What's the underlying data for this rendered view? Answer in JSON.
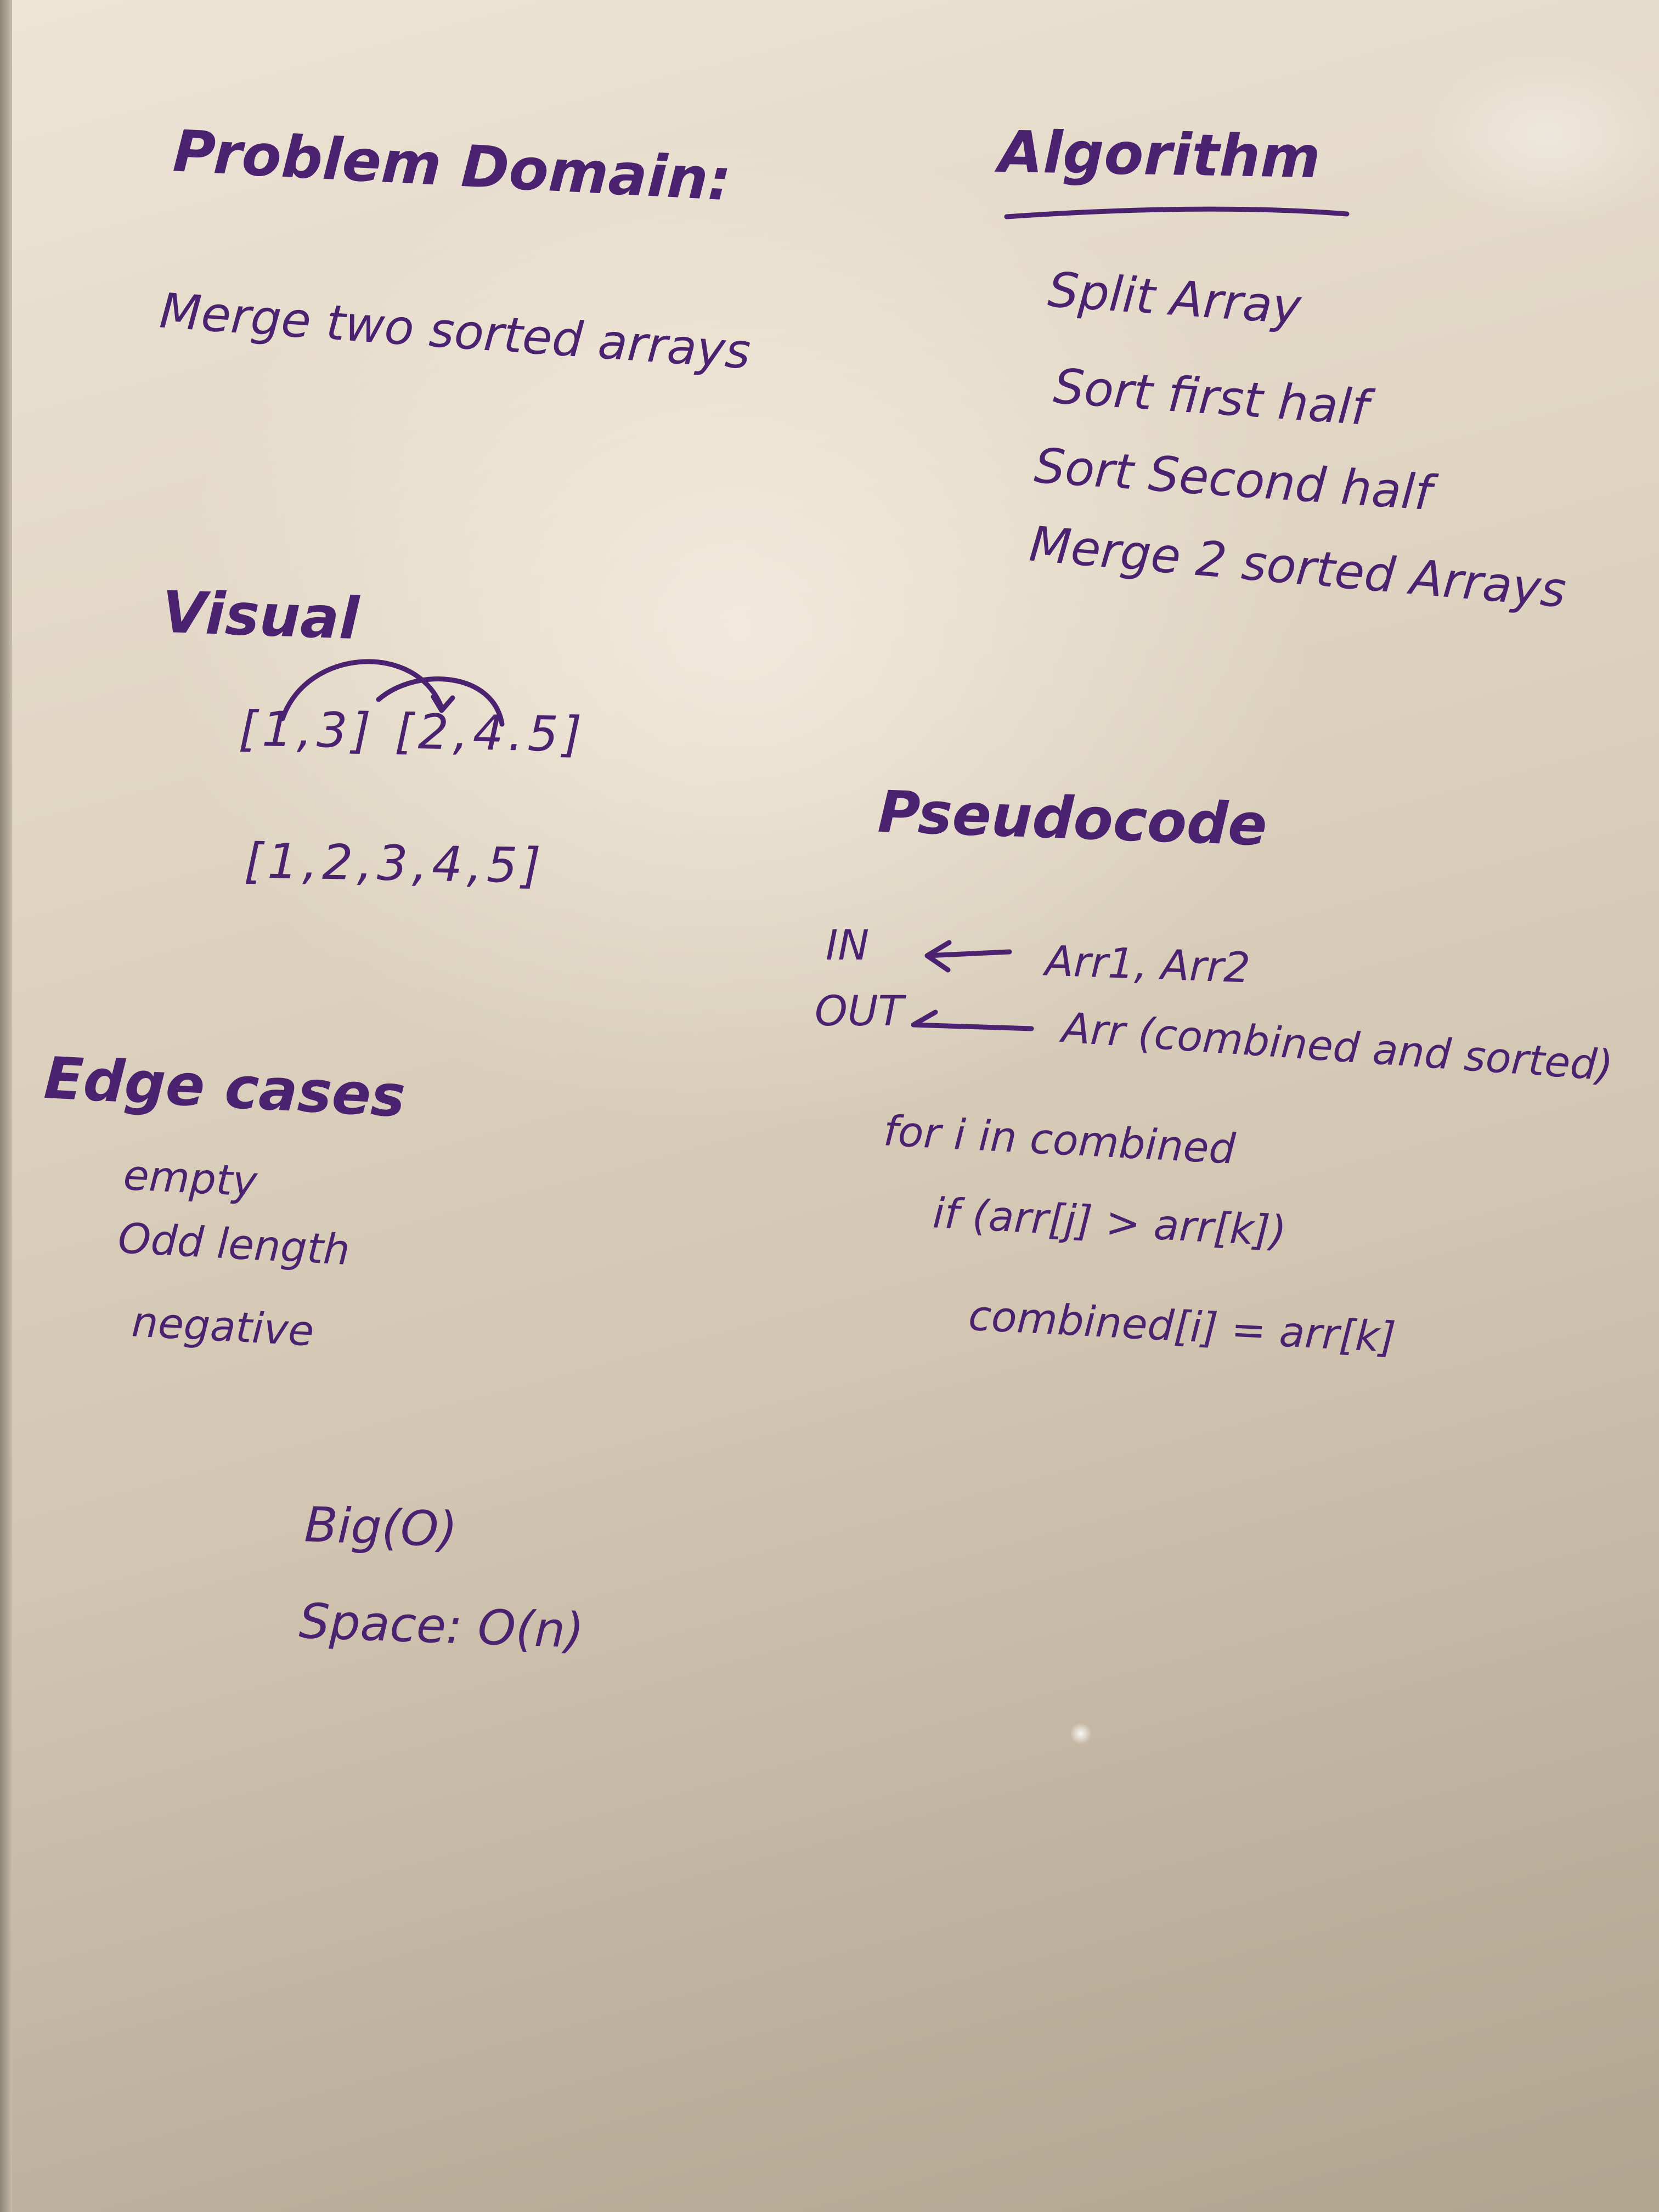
{
  "problem_domain": {
    "heading": "Problem Domain:",
    "statement": "Merge two sorted arrays"
  },
  "algorithm": {
    "heading": "Algorithm",
    "steps": [
      "Split Array",
      "Sort first half",
      "Sort Second half",
      "Merge 2 sorted Arrays"
    ]
  },
  "visual": {
    "heading": "Visual",
    "input": "[1,3] [2,4.5]",
    "output": "[1,2,3,4,5]"
  },
  "pseudocode": {
    "heading": "Pseudocode",
    "in_label": "IN",
    "in_value": "Arr1, Arr2",
    "out_label": "OUT",
    "out_value": "Arr (combined and sorted)",
    "lines": [
      "for i in combined",
      "if (arr[j] > arr[k])",
      "combined[i] = arr[k]"
    ]
  },
  "edge_cases": {
    "heading": "Edge cases",
    "items": [
      "empty",
      "Odd length",
      "negative"
    ]
  },
  "big_o": {
    "heading": "Big(O)",
    "space": "Space: O(n)"
  },
  "colors": {
    "ink": "#4b2270",
    "board": "#e1d6c4"
  }
}
